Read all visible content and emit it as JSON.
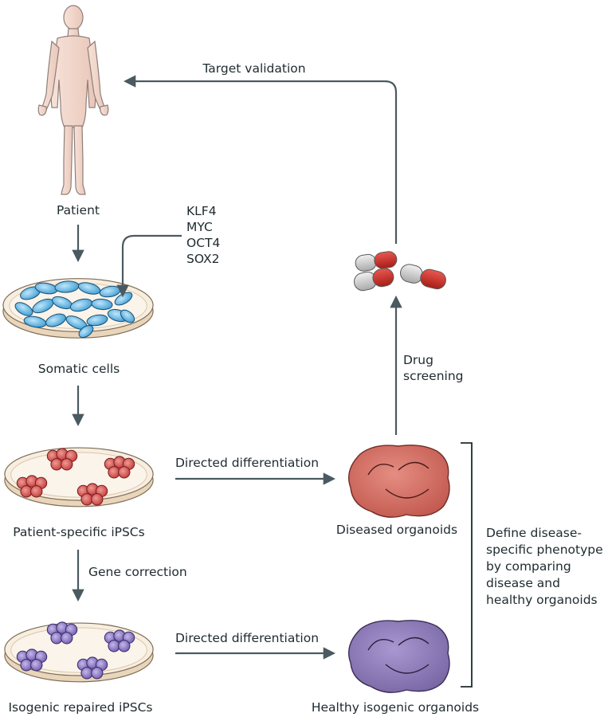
{
  "labels": {
    "patient": "Patient",
    "somatic_cells": "Somatic cells",
    "patient_ipscs": "Patient-specific iPSCs",
    "isogenic_ipscs": "Isogenic repaired iPSCs",
    "diseased_organoids": "Diseased organoids",
    "healthy_organoids": "Healthy isogenic organoids",
    "target_validation": "Target validation",
    "directed_differentiation_1": "Directed differentiation",
    "directed_differentiation_2": "Directed differentiation",
    "gene_correction": "Gene correction",
    "drug_screening": [
      "Drug",
      "screening"
    ],
    "factors": [
      "KLF4",
      "MYC",
      "OCT4",
      "SOX2"
    ],
    "phenotype": [
      "Define disease-",
      "specific phenotype",
      "by comparing",
      "disease and",
      "healthy organoids"
    ]
  },
  "colors": {
    "arrow": "#4a5a60",
    "skin": "#f3d7cc",
    "skin_outline": "#9a8a84",
    "somatic_cell": "#4aaee0",
    "ipsc_red": "#cf4a4a",
    "ipsc_purple": "#7a66b8",
    "diseased_organoid": "#cf6b60",
    "healthy_organoid": "#8e78b2",
    "capsule_red": "#cc2a22",
    "capsule_grey": "#d0d0d0",
    "dish_fill": "#f6ead9",
    "dish_rim": "#e2cfb3"
  },
  "icons": [
    "human-figure-icon",
    "petri-dish-icon",
    "organoid-icon",
    "capsule-icon"
  ]
}
